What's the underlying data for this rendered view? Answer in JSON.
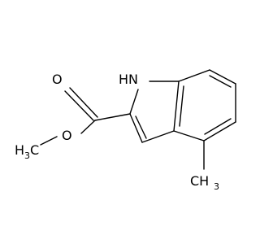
{
  "molecule": {
    "atoms": {
      "nh": "HN",
      "carbonyl_o": "O",
      "ester_o": "O",
      "methoxy_h": "H",
      "methoxy_sub": "3",
      "methoxy_c": "C",
      "aryl_methyl_c": "CH",
      "aryl_methyl_sub": "3"
    }
  }
}
